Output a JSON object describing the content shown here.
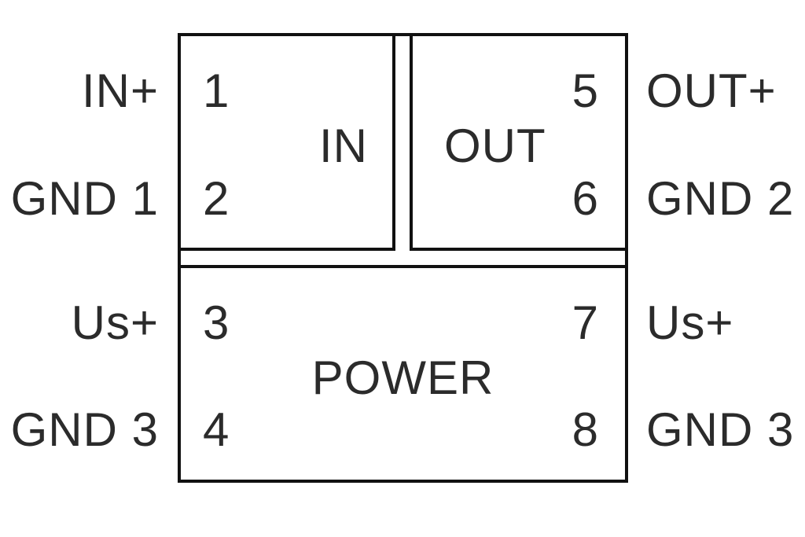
{
  "diagram": {
    "type": "terminal-pinout",
    "colors": {
      "line": "#111111",
      "text": "#2b2b2b",
      "background": "#ffffff"
    },
    "blocks": {
      "in": {
        "label": "IN"
      },
      "out": {
        "label": "OUT"
      },
      "power": {
        "label": "POWER"
      }
    },
    "pins": {
      "1": {
        "number": "1",
        "signal": "IN+"
      },
      "2": {
        "number": "2",
        "signal": "GND 1"
      },
      "3": {
        "number": "3",
        "signal": "Us+"
      },
      "4": {
        "number": "4",
        "signal": "GND 3"
      },
      "5": {
        "number": "5",
        "signal": "OUT+"
      },
      "6": {
        "number": "6",
        "signal": "GND 2"
      },
      "7": {
        "number": "7",
        "signal": "Us+"
      },
      "8": {
        "number": "8",
        "signal": "GND 3"
      }
    }
  }
}
